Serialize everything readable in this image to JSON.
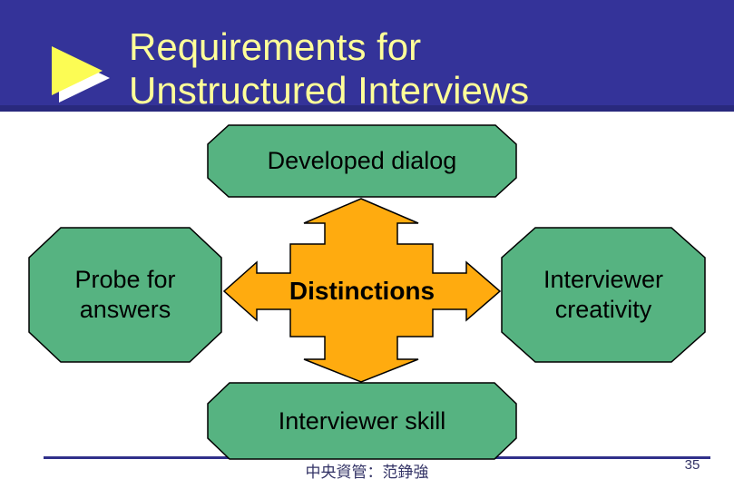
{
  "title": {
    "line1": "Requirements for",
    "line2": "Unstructured Interviews"
  },
  "diagram": {
    "top_shape_label": "Developed dialog",
    "left_shape_label": "Probe for answers",
    "center_shape_label": "Distinctions",
    "right_shape_label": "Interviewer creativity",
    "bottom_shape_label": "Interviewer skill"
  },
  "footer": {
    "credit": "中央資管：范錚強",
    "page_number": "35"
  },
  "colors": {
    "header_blue": "#343399",
    "header_bottom_strip": "#29297d",
    "title_yellow": "#ffff99",
    "bullet_yellow": "#fcfc54",
    "bullet_shadow": "#ffffff",
    "shape_green": "#56b381",
    "arrow_orange": "#ffab0f",
    "outline": "#000000",
    "footer_line_navy": "#30308a",
    "footer_text_navy": "#333366"
  }
}
